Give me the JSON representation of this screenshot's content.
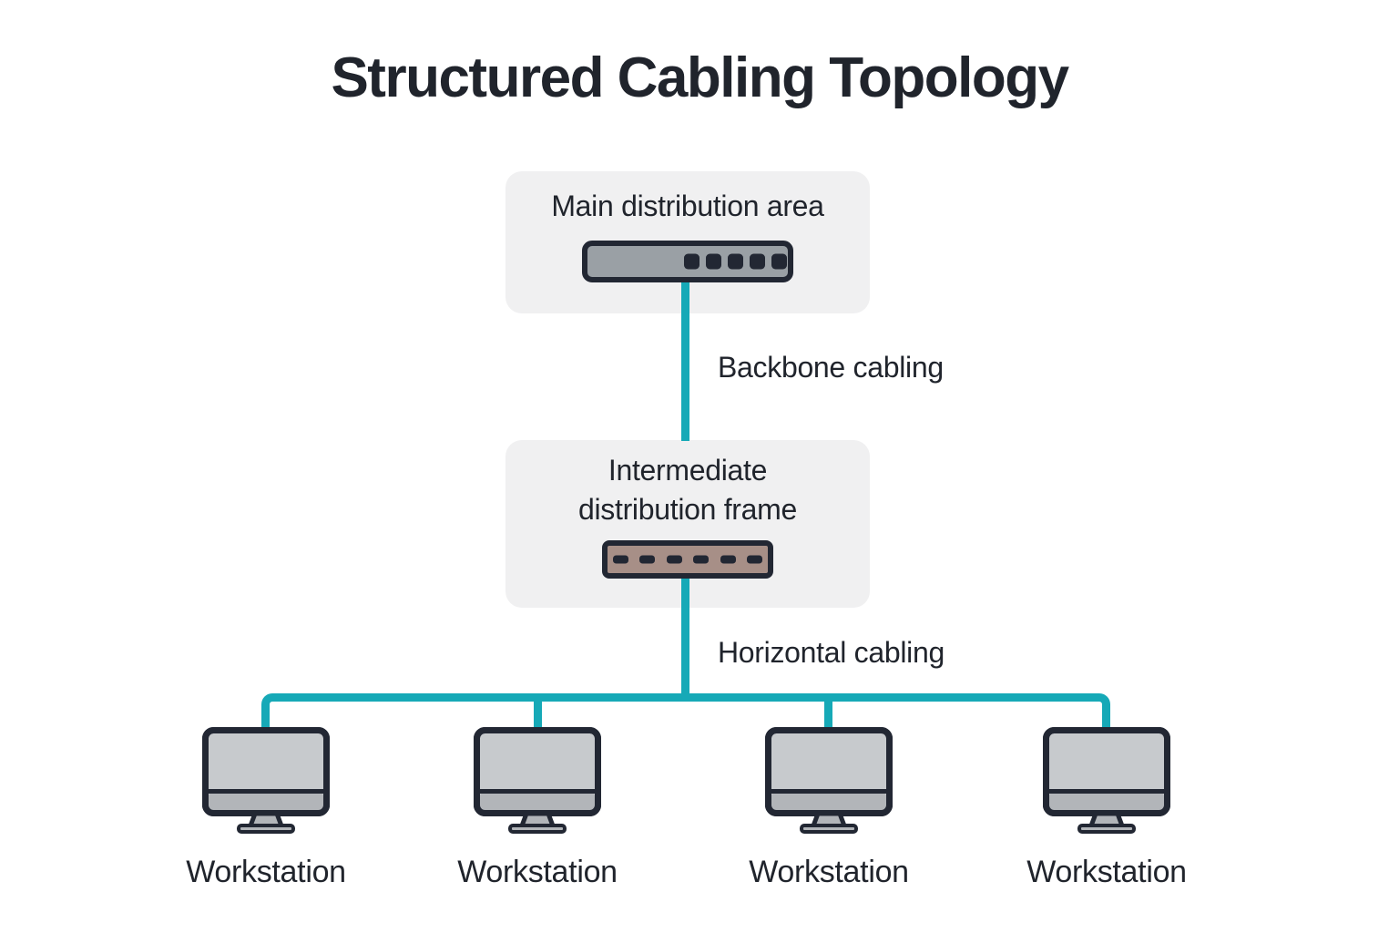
{
  "title": "Structured Cabling Topology",
  "colors": {
    "page_bg": "#ffffff",
    "text": "#20242c",
    "box_bg": "#f0f0f1",
    "cable": "#16a9b7",
    "stroke": "#222733",
    "switch_fill": "#9aa0a5",
    "panel_fill": "#a78f87",
    "screen_fill": "#c7cacd",
    "stand_fill": "#b2b5b9"
  },
  "diagram": {
    "main_distribution_area": {
      "label": "Main distribution area",
      "icon": "network-switch-icon",
      "port_count": 5
    },
    "backbone_link": {
      "label": "Backbone cabling"
    },
    "intermediate_distribution_frame": {
      "label": "Intermediate distribution frame",
      "label_line1": "Intermediate",
      "label_line2": "distribution frame",
      "icon": "patch-panel-icon",
      "slot_count": 6
    },
    "horizontal_link": {
      "label": "Horizontal cabling"
    },
    "workstations": [
      {
        "label": "Workstation"
      },
      {
        "label": "Workstation"
      },
      {
        "label": "Workstation"
      },
      {
        "label": "Workstation"
      }
    ]
  }
}
